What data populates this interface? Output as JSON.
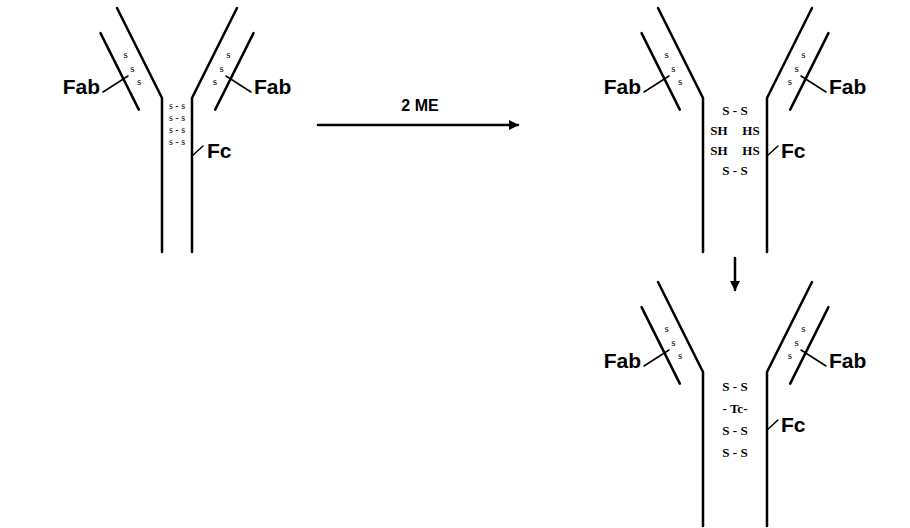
{
  "diagram": {
    "labels": [
      "Fab",
      "s",
      "s",
      "s",
      "s",
      "s",
      "s",
      "Fab",
      "s - s",
      "s - s",
      "s - s",
      "s - s",
      "Fc",
      "2 ME",
      "Fab",
      "s",
      "s",
      "s",
      "s",
      "s",
      "s",
      "Fab",
      "S - S",
      "SH",
      "HS",
      "SH",
      "HS",
      "S - S",
      "Fc",
      "Fab",
      "s",
      "s",
      "s",
      "s",
      "s",
      "s",
      "Fab",
      "S - S",
      "- Tc-",
      "S - S",
      "S - S",
      "Fc"
    ]
  }
}
